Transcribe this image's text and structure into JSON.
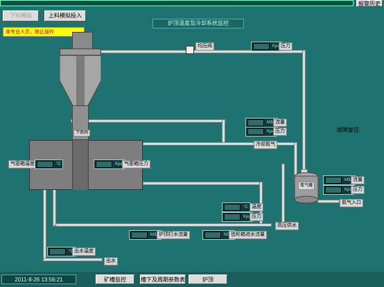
{
  "header": {
    "title": "炉顶温度及冷却系统监控",
    "alarm_history_button": "报警历史",
    "status_strip_value": ""
  },
  "toolbar": {
    "hidden_button": "下料模拟",
    "feed_sim_button": "上料模拟投入",
    "warning_text": "非专业人员，禁止操作"
  },
  "valves": {
    "pressure_equalizing": "均压阀",
    "lower_seal_valve": "下密阀"
  },
  "labels": {
    "cooling_nitrogen": "冷却氮气",
    "nitrogen_tank": "氮气罐",
    "nitrogen_inlet": "氮气入口",
    "high_pressure_water": "高压供水",
    "water_outlet": "出水",
    "outlet_temp": "出水温度",
    "gearbox_temp": "气密箱温度",
    "gearbox_pressure": "气密箱压力",
    "top_water_flow": "炉顶打水流量",
    "gear_water_flow": "齿轮箱进水流量",
    "temperature": "温度",
    "pressure": "压力",
    "flow": "流量",
    "fault_reset": "故障复位"
  },
  "units": {
    "kpa": "Kpa",
    "m3h": "M3/h",
    "celsius": "°C"
  },
  "footer": {
    "datetime": "2011-8-26 13:56:21",
    "nav_buttons": [
      "矿槽监控",
      "槽下及周期参数表",
      "炉顶"
    ]
  }
}
